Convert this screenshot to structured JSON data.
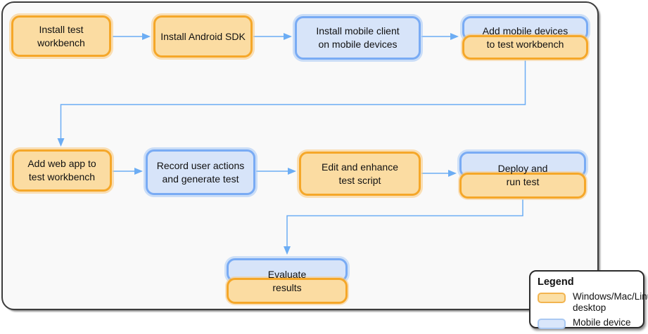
{
  "colors": {
    "desktop_fill": "#FBDCA2",
    "desktop_border": "#F5A729",
    "mobile_fill": "#D7E4F9",
    "mobile_border": "#79ABF4",
    "arrow": "#6CADF4"
  },
  "nodes": [
    {
      "id": "install-test-workbench",
      "type": "desktop",
      "lines": [
        "Install test",
        "workbench"
      ]
    },
    {
      "id": "install-android-sdk",
      "type": "desktop",
      "lines": [
        "Install Android SDK"
      ]
    },
    {
      "id": "install-mobile-client",
      "type": "mobile",
      "lines": [
        "Install mobile client",
        "on mobile devices"
      ]
    },
    {
      "id": "add-mobile-devices",
      "type": "mobile-desktop",
      "lines": [
        "Add mobile devices",
        "to test workbench"
      ]
    },
    {
      "id": "add-web-app",
      "type": "desktop",
      "lines": [
        "Add web app to",
        "test workbench"
      ]
    },
    {
      "id": "record-user-actions",
      "type": "mobile",
      "lines": [
        "Record user actions",
        "and generate test"
      ]
    },
    {
      "id": "edit-test-script",
      "type": "desktop",
      "lines": [
        "Edit and enhance",
        "test script"
      ]
    },
    {
      "id": "deploy-run-test",
      "type": "mobile-desktop",
      "lines": [
        "Deploy and",
        "run test"
      ]
    },
    {
      "id": "evaluate-results",
      "type": "mobile-desktop",
      "lines": [
        "Evaluate",
        "results"
      ]
    }
  ],
  "legend": {
    "title": "Legend",
    "items": [
      {
        "type": "desktop",
        "lines": [
          "Windows/Mac/Linux",
          "desktop"
        ]
      },
      {
        "type": "mobile",
        "lines": [
          "Mobile device"
        ]
      }
    ]
  }
}
